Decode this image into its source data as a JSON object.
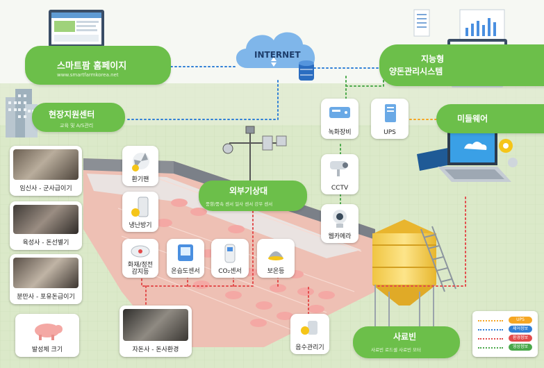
{
  "internet": {
    "label": "INTERNET"
  },
  "smartfarm": {
    "title": "스마트팜 홈페이지",
    "url": "www.smartfarmkorea.net"
  },
  "support": {
    "title": "현장지원센터",
    "subtitle": "교육 및 A/S관리"
  },
  "pigmgmt": {
    "line1": "지능형",
    "line2": "양돈관리시스템"
  },
  "middleware": {
    "title": "미들웨어"
  },
  "weather": {
    "title": "외부기상대",
    "sensors": "풍향/풍속 센서   일사 센서   강우 센서"
  },
  "feedbin": {
    "title": "사료빈",
    "sensors": "사료빈 로드셀    사료빈 모터"
  },
  "devices": {
    "recorder": "녹화장비",
    "ups": "UPS",
    "cctv": "CCTV",
    "webcam": "웹카메라",
    "fan": "환기팬",
    "heater": "냉난방기",
    "fire_line1": "화재/정전",
    "fire_line2": "감지등",
    "thermo": "온습도센서",
    "co2": "CO₂센서",
    "warmlamp": "보온등",
    "water": "음수관리기"
  },
  "barns": {
    "b1": "임신사 - 군사급이기",
    "b2": "육성사 - 돈선별기",
    "b3": "분만사 - 포유돈급이기",
    "b4": "발성체 크기",
    "b5": "자돈사 - 돈사환경"
  },
  "legend": {
    "items": [
      "UPS",
      "제어정보",
      "환경정보",
      "영상정보"
    ]
  },
  "colors": {
    "green": "#6cbf4a",
    "legend_ups": "#f5a623",
    "legend_control": "#2f7fd6",
    "legend_env": "#e24b4b",
    "legend_video": "#4aa84a"
  }
}
